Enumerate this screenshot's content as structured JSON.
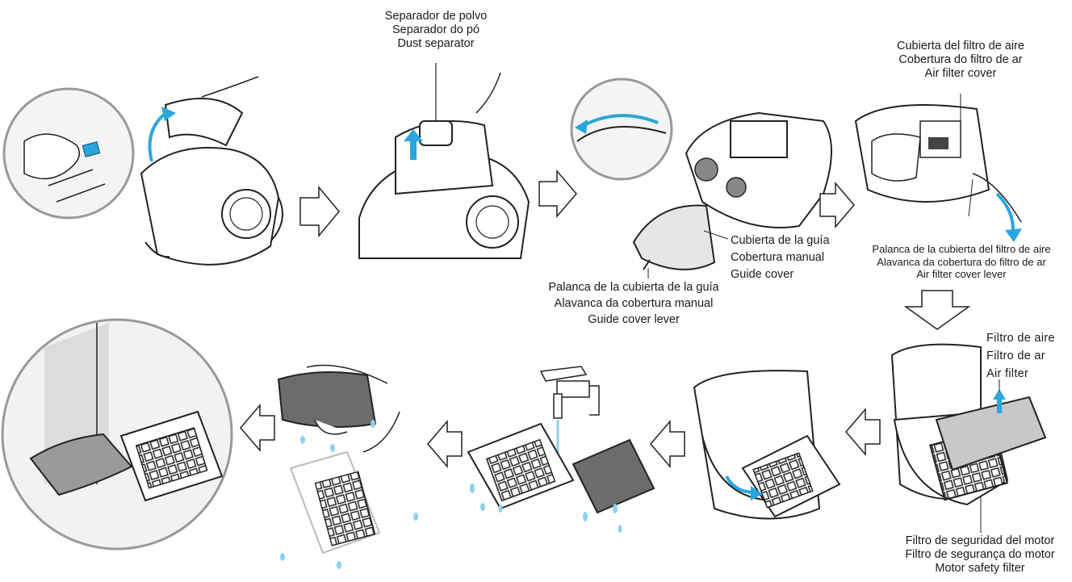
{
  "labels": {
    "dust_separator": [
      "Separador de polvo",
      "Separador do pó",
      "Dust separator"
    ],
    "air_filter_cover": [
      "Cubierta del filtro de aire",
      "Cobertura do filtro de ar",
      "Air filter cover"
    ],
    "guide_cover": [
      "Cubierta de la guía",
      "Cobertura manual",
      "Guide cover"
    ],
    "guide_cover_lever": [
      "Palanca de la cubierta de la guía",
      "Alavanca da cobertura manual",
      "Guide cover lever"
    ],
    "air_filter_cover_lever": [
      "Palanca de la cubierta del filtro de aire",
      "Alavanca da cobertura do filtro de ar",
      "Air filter cover lever"
    ],
    "air_filter": [
      "Filtro de aire",
      "Filtro de ar",
      "Air filter"
    ],
    "motor_safety_filter": [
      "Filtro de seguridad del motor",
      "Filtro de segurança do motor",
      "Motor safety filter"
    ]
  },
  "colors": {
    "accent_blue": "#2aa6dc",
    "water_blue": "#8fd0ee",
    "line": "#1a1a1a",
    "filter_grey": "#bdbdbd"
  },
  "icons": [
    "hollow-arrow-right",
    "hollow-arrow-down",
    "hollow-arrow-left",
    "water-tap",
    "vacuum-cleaner",
    "filter-grid"
  ]
}
